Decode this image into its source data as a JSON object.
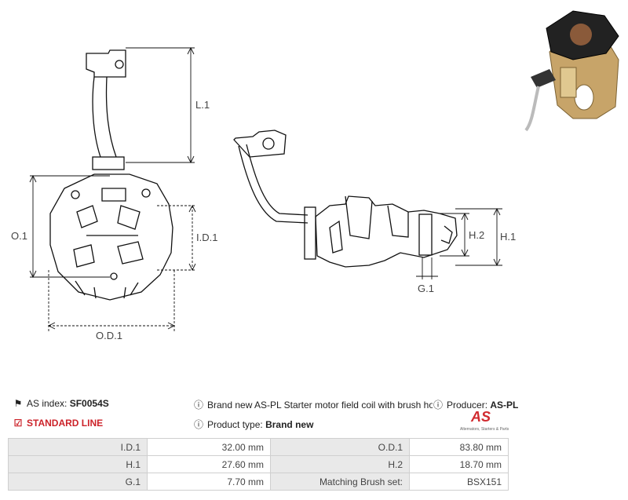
{
  "dimensions": {
    "l1": "L.1",
    "o1": "O.1",
    "id1": "I.D.1",
    "od1": "O.D.1",
    "h1": "H.1",
    "h2": "H.2",
    "g1": "G.1"
  },
  "product": {
    "as_index_label": "AS index:",
    "as_index_value": "SF0054S",
    "description": "Brand new AS-PL Starter motor field coil with brush holde",
    "producer_label": "Producer:",
    "producer_value": "AS-PL",
    "line_label": "STANDARD LINE",
    "type_label": "Product type:",
    "type_value": "Brand new",
    "logo_text": "AS",
    "logo_tagline": "Alternators, Starters & Parts"
  },
  "icons": {
    "tag": "tag-icon",
    "info": "info-icon",
    "checkbox": "checkbox-icon"
  },
  "colors": {
    "accent": "#cc2229",
    "label_bg": "#e9e9e9"
  },
  "specs": [
    {
      "label1": "I.D.1",
      "value1": "32.00 mm",
      "label2": "O.D.1",
      "value2": "83.80 mm"
    },
    {
      "label1": "H.1",
      "value1": "27.60 mm",
      "label2": "H.2",
      "value2": "18.70 mm"
    },
    {
      "label1": "G.1",
      "value1": "7.70 mm",
      "label2": "Matching Brush set:",
      "value2": "BSX151"
    }
  ]
}
